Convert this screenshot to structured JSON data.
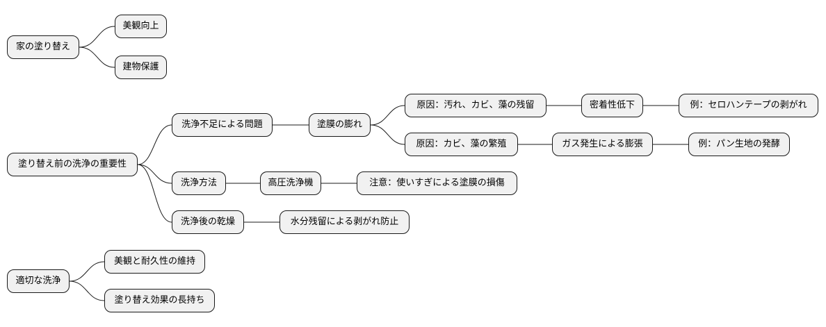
{
  "nodes": {
    "n1": "家の塗り替え",
    "n1a": "美観向上",
    "n1b": "建物保護",
    "n2": "塗り替え前の洗浄の重要性",
    "n2a": "洗浄不足による問題",
    "n2a1": "塗膜の膨れ",
    "n2a1a": "原因：汚れ、カビ、藻の残留",
    "n2a1a1": "密着性低下",
    "n2a1a1a": "例：セロハンテープの剥がれ",
    "n2a1b": "原因：カビ、藻の繁殖",
    "n2a1b1": "ガス発生による膨張",
    "n2a1b1a": "例：パン生地の発酵",
    "n2b": "洗浄方法",
    "n2b1": "高圧洗浄機",
    "n2b1a": "注意：使いすぎによる塗膜の損傷",
    "n2c": "洗浄後の乾燥",
    "n2c1": "水分残留による剥がれ防止",
    "n3": "適切な洗浄",
    "n3a": "美観と耐久性の維持",
    "n3b": "塗り替え効果の長持ち"
  }
}
